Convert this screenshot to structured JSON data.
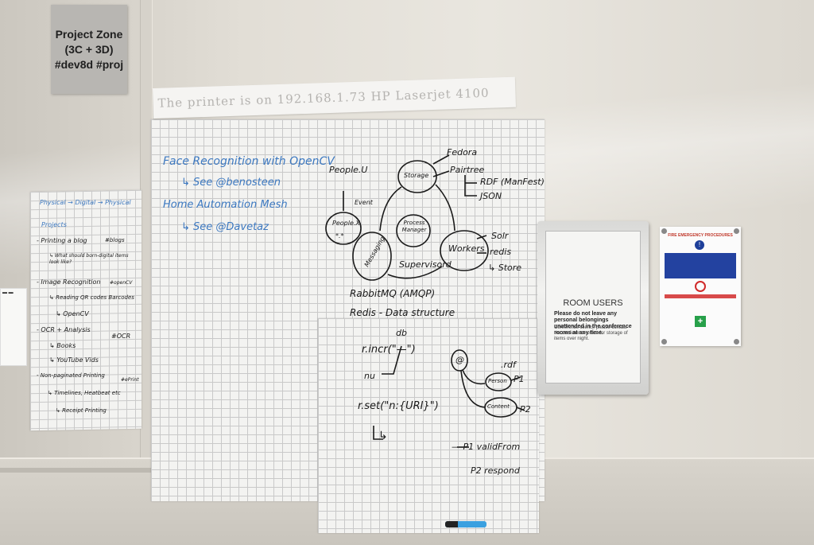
{
  "wall_sign": {
    "line1": "Project Zone",
    "line2": "(3C + 3D)",
    "line3": "#dev8d #proj"
  },
  "printer_banner": "The printer is on 192.168.1.73 HP Laserjet 4100",
  "whiteboard_left": {
    "heading": "Physical → Digital → Physical",
    "subheading": "Projects",
    "items": [
      "- Printing a blog",
      "#blogs",
      "↳ What should born-digital items look like?",
      "- Image Recognition",
      "#openCV",
      "↳ Reading QR codes Barcodes",
      "↳ OpenCV",
      "- OCR + Analysis",
      "#OCR",
      "↳ Books",
      "↳ YouTube Vids",
      "- Non-paginated Printing",
      "#ePrint",
      "↳ Timelines, Heatbeat etc",
      "↳ Receipt Printing"
    ]
  },
  "whiteboard_main": {
    "blue_notes": [
      "Face Recognition with OpenCV",
      "↳ See @benosteen",
      "Home Automation Mesh",
      "↳ See @Davetaz"
    ],
    "diagram_labels": [
      "People.U",
      "Fedora",
      "Pairtree",
      "RDF (ManFest)",
      "JSON",
      "Storage",
      "Event",
      "People.X",
      "*.*",
      "Process Manager",
      "Messaging",
      "Supervisord",
      "Workers",
      "Solr",
      "redis",
      "↳ Store",
      "RabbitMQ (AMQP)",
      "Redis - Data structure",
      "db",
      "r.incr(\"—\")",
      "nu",
      "r.set(\"n:{URI}\")",
      "↳",
      "@",
      "Person",
      "P1",
      ".rdf",
      "Content",
      "P2",
      "— P1 validFrom",
      "P2 respond"
    ]
  },
  "room_sign": {
    "title": "ROOM USERS",
    "bold_text": "Please do not leave any personal belongings unattended in the conference rooms at any time.",
    "body_text": "Conference clients: please contact the conference office for storage of items over night."
  },
  "emergency_notice": {
    "title": "FIRE EMERGENCY PROCEDURES",
    "icon_symbol": "!",
    "aid_symbol": "+"
  },
  "colors": {
    "wall": "#e6e3dc",
    "blue_ink": "#3c78c0",
    "marker": "#3aa0e0",
    "notice_blue": "#2342a0",
    "notice_red": "#d84a4a",
    "notice_green": "#27a04a"
  }
}
